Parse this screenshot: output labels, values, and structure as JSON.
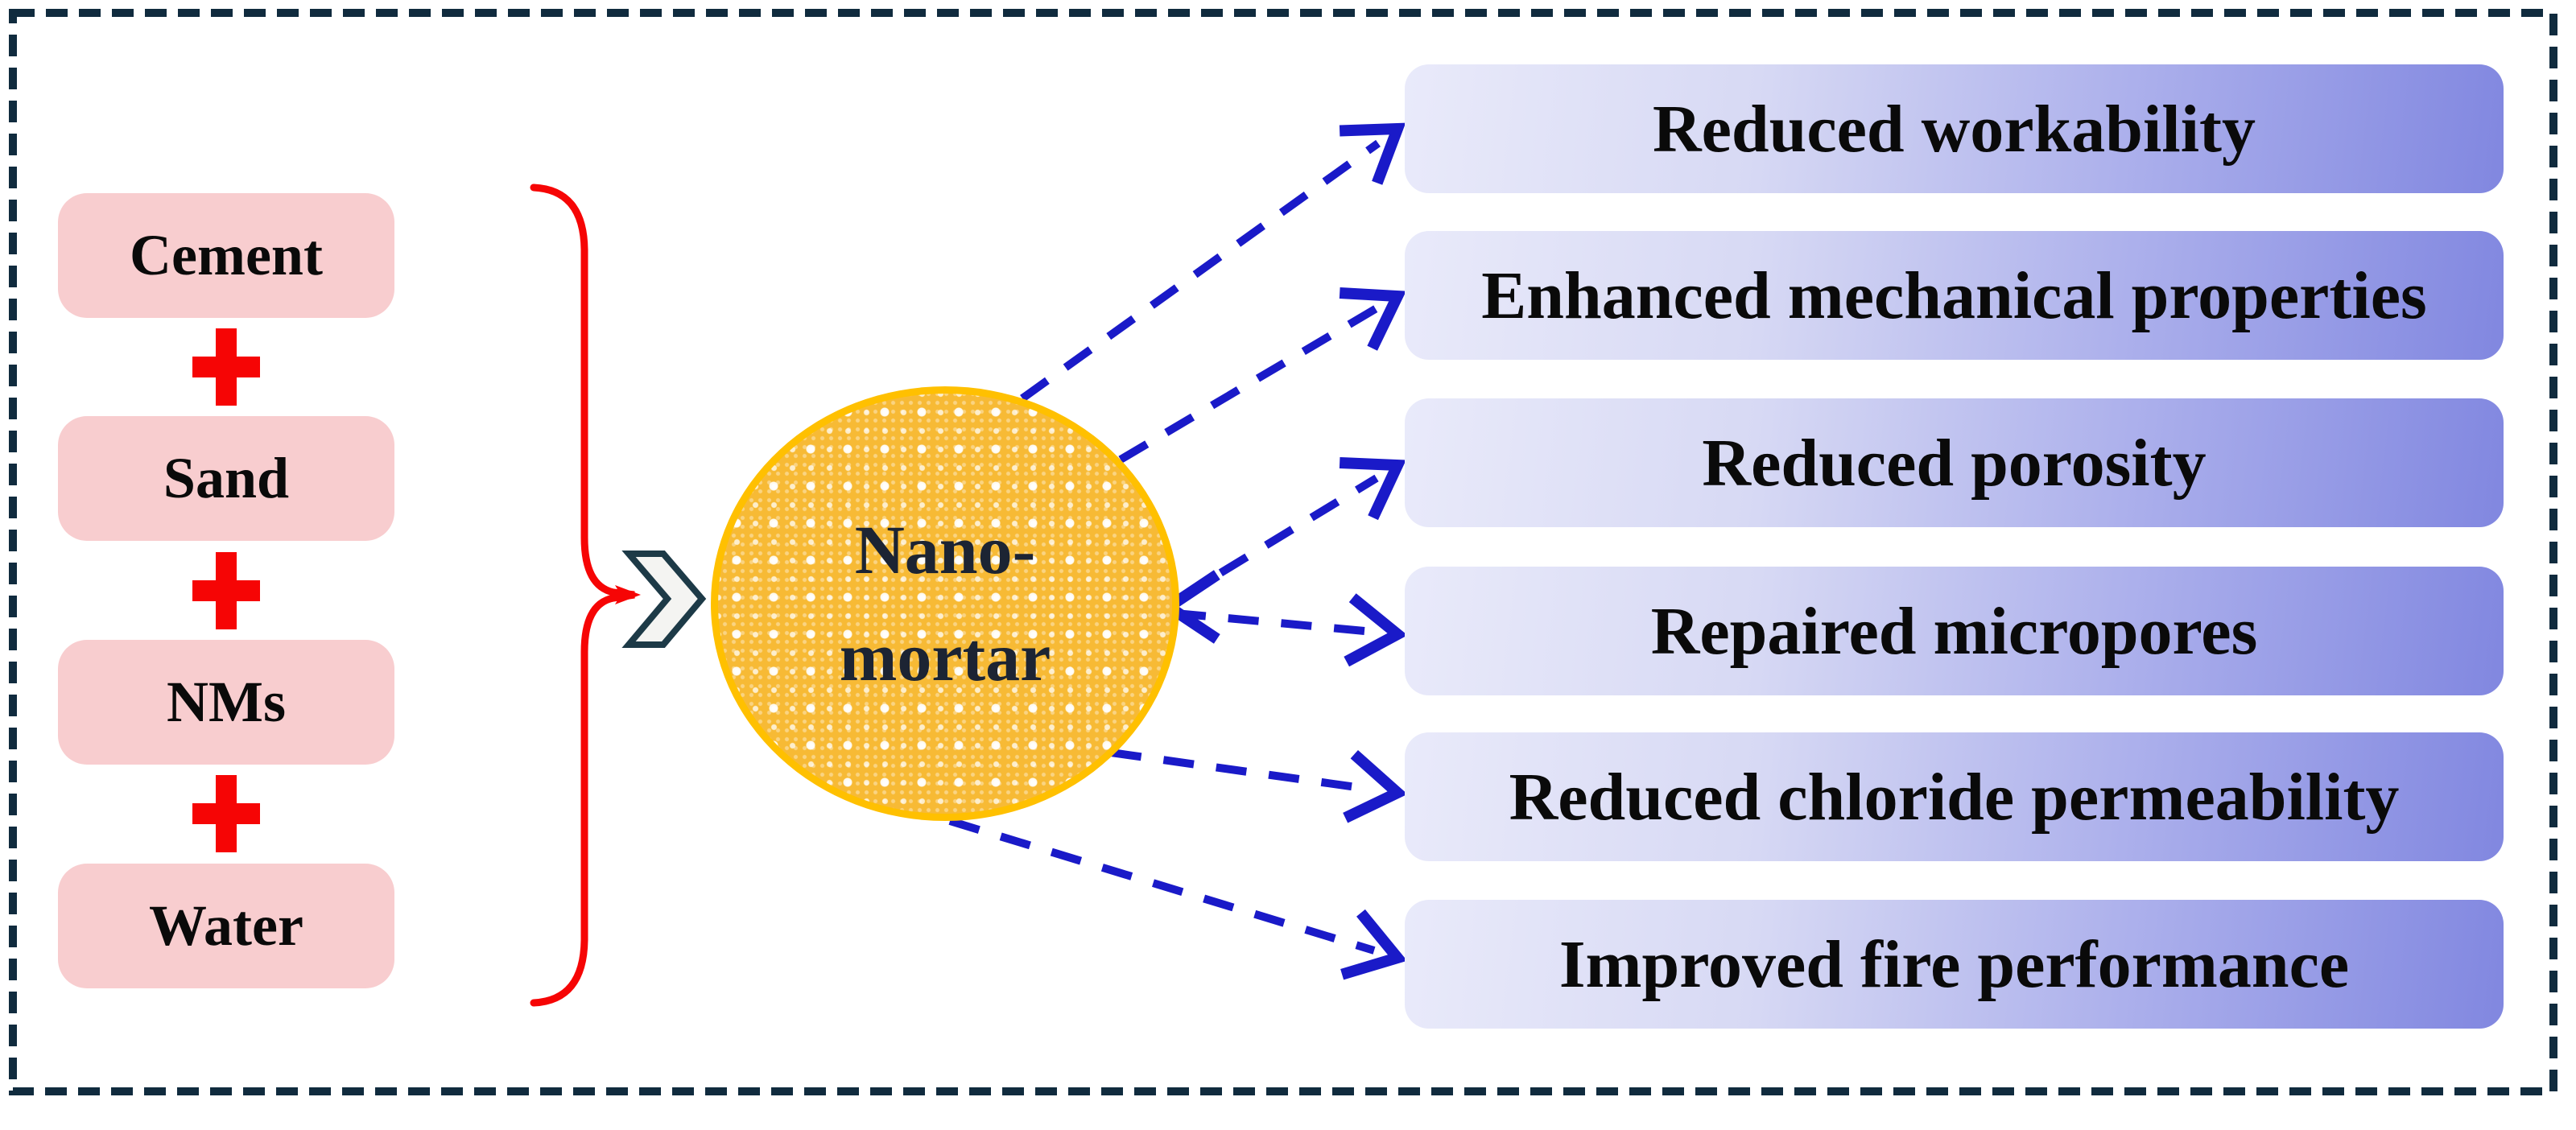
{
  "figure": {
    "type": "flow-diagram",
    "description": "Mix ingredients combined into nano-mortar with resulting properties"
  },
  "ingredients": [
    {
      "label": "Cement"
    },
    {
      "label": "Sand"
    },
    {
      "label": "NMs"
    },
    {
      "label": "Water"
    }
  ],
  "plus_separator": "+",
  "process": {
    "line1": "Nano-",
    "line2": "mortar"
  },
  "outcomes": [
    {
      "label": "Reduced workability"
    },
    {
      "label": "Enhanced mechanical properties"
    },
    {
      "label": "Reduced porosity"
    },
    {
      "label": "Repaired micropores"
    },
    {
      "label": "Reduced chloride permeability"
    },
    {
      "label": "Improved fire performance"
    }
  ],
  "colors": {
    "red": "#F60505",
    "pink": "#F8CDCF",
    "navy": "#102B3E",
    "blue": "#1A1AC8",
    "gold": "#FFC000",
    "amber": "#F7BA35",
    "grad_light": "#E9EAFA",
    "grad_dark": "#8187E0",
    "text_dark": "#0A0A0A",
    "nano_text": "#1C2433"
  }
}
